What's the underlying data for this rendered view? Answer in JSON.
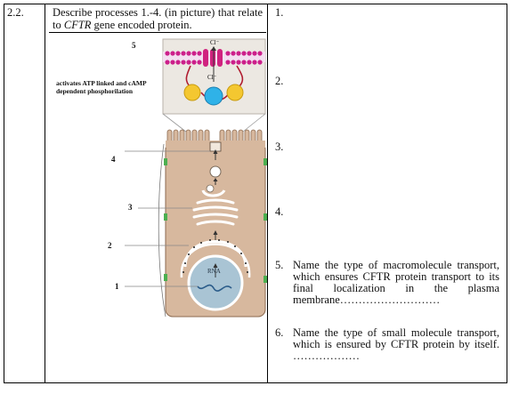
{
  "question": {
    "number": "2.2.",
    "prompt_before": "Describe processes 1.-4. (in picture) that relate to ",
    "gene": "CFTR",
    "prompt_after": " gene encoded protein."
  },
  "figure": {
    "labels": [
      "1",
      "2",
      "3",
      "4",
      "5"
    ],
    "caption": "activates ATP linked and cAMP dependent phosphorilation",
    "ion_top": "Cl⁻",
    "ion_mid": "Cl⁻",
    "nucleus_text": "RNA"
  },
  "answers": {
    "a1": "1.",
    "a2": "2.",
    "a3": "3.",
    "a4": "4.",
    "q5_num": "5.",
    "q5_text": "Name the type of macromolecule transport, which ensures CFTR protein transport to its final localization in the plasma membrane………………………",
    "q6_num": "6.",
    "q6_text": "Name the type of small molecule transport, which is ensured by CFTR protein by itself. ………………"
  }
}
